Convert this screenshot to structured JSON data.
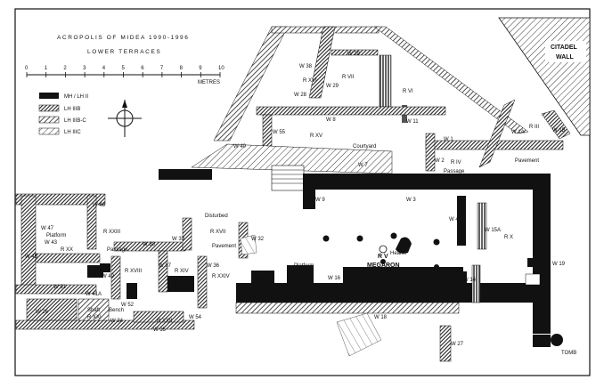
{
  "title": "ACROPOLIS OF MIDEA 1990-1996",
  "subtitle": "LOWER TERRACES",
  "scale": {
    "ticks": [
      "0",
      "1",
      "2",
      "3",
      "4",
      "5",
      "6",
      "7",
      "8",
      "9",
      "10"
    ],
    "unit": "METRES"
  },
  "legend": [
    {
      "label": "MH / LH II",
      "swatch": "black"
    },
    {
      "label": "LH IIIB",
      "swatch": "dark-hatch"
    },
    {
      "label": "LH IIIB-C",
      "swatch": "mid-hatch"
    },
    {
      "label": "LH IIIC",
      "swatch": "light-hatch"
    }
  ],
  "citadel_wall": [
    "CITADEL",
    "WALL"
  ],
  "labels": {
    "w38": "W 38",
    "w39": "W 39",
    "rxvi": "R XVI",
    "rvii": "R VII",
    "w28": "W 28",
    "w29": "W 29",
    "rvi": "R VI",
    "w8": "W 8",
    "w11": "W 11",
    "rxv": "R XV",
    "courtyard": "Courtyard",
    "w55": "W 55",
    "w40": "W 40",
    "w7": "W 7",
    "w1": "W 1",
    "w1a": "W 1A",
    "riii": "R III",
    "w1b": "W 1B",
    "w2": "W 2",
    "riv": "R IV",
    "passage_e": "Passage",
    "pavement_e": "Pavement",
    "w48": "W 48",
    "w3": "W 3",
    "w9": "W 9",
    "w47": "W 47",
    "platform": "Platform",
    "rxxiii": "R XXIII",
    "w43": "W 43",
    "rxx": "R XX",
    "passage_w": "Passage",
    "w45": "W 45",
    "disturbed": "Disturbed",
    "rxvii": "R XVII",
    "pavement_c": "Pavement",
    "w4": "W 4",
    "w15a": "W 15A",
    "rx": "R X",
    "w30": "W 30",
    "w33": "W 33",
    "w32": "W 32",
    "rxviii": "R XVIII",
    "w37": "W 37",
    "rxiv": "R XIV",
    "w36": "W 36",
    "rxxiv": "R XXIV",
    "w49": "W 49",
    "w51": "W 51",
    "w19": "W 19",
    "niche": "Niche",
    "platform_c": "Platform",
    "w16": "W 16",
    "rv": "R V",
    "megaron": "MEGARON",
    "hearth": "Hearth",
    "w17": "W 17",
    "w14": "W 14",
    "rxi": "R XI",
    "w41a": "W 41A",
    "w52": "W 52",
    "bench": "Bench",
    "w26": "W 26",
    "shaft": "Shaft",
    "rxxi": "R XXI",
    "w34": "W 34",
    "rxxii": "R XXII",
    "w54": "W 54",
    "w35": "W 35",
    "w18": "W 18",
    "w27": "W 27",
    "tomb": "TOMB"
  }
}
